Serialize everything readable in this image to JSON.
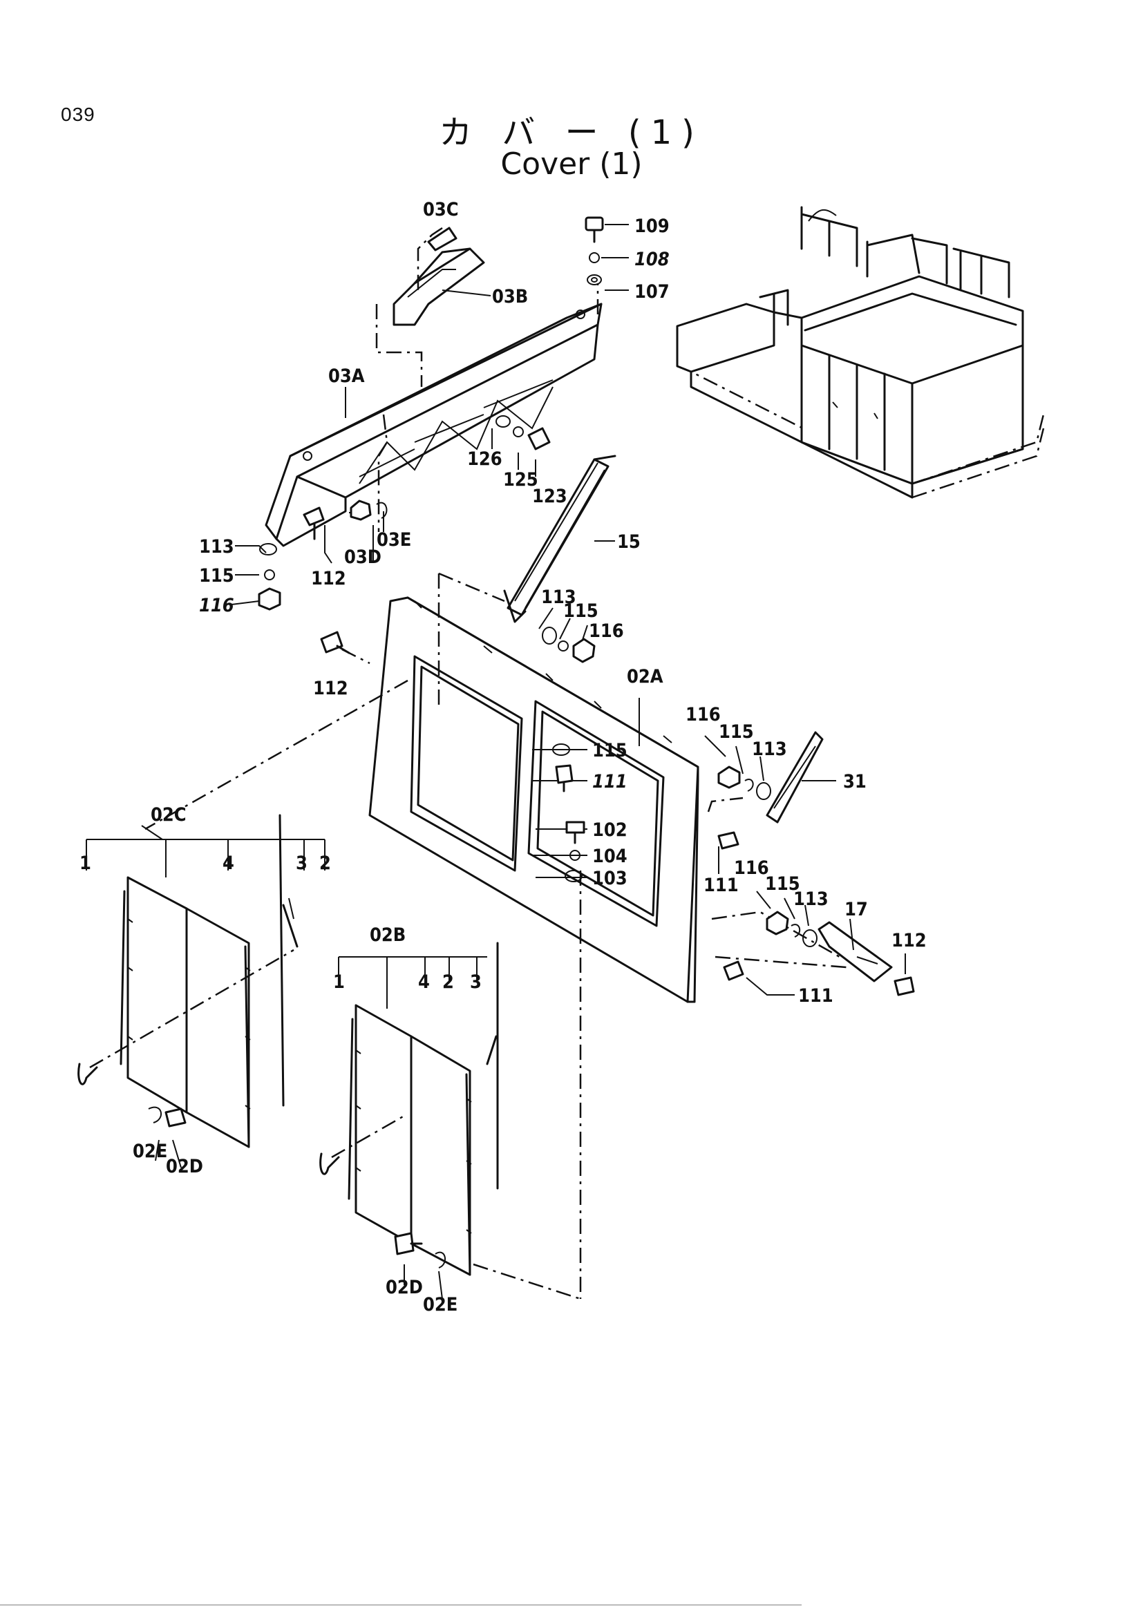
{
  "page": {
    "number": "039"
  },
  "title": {
    "japanese": "カ バ ー (1)",
    "english": "Cover (1)"
  },
  "callouts": [
    "03C",
    "03B",
    "03A",
    "109",
    "108",
    "107",
    "126",
    "125",
    "123",
    "03D",
    "03E",
    "113",
    "115",
    "116",
    "112",
    "15",
    "113",
    "115",
    "116",
    "112",
    "02A",
    "116",
    "115",
    "113",
    "31",
    "115",
    "111",
    "102",
    "104",
    "103",
    "02C",
    "1",
    "4",
    "3",
    "2",
    "111",
    "116",
    "115",
    "113",
    "17",
    "112",
    "02B",
    "1",
    "4",
    "2",
    "3",
    "111",
    "02E",
    "02D",
    "02D",
    "02E"
  ]
}
